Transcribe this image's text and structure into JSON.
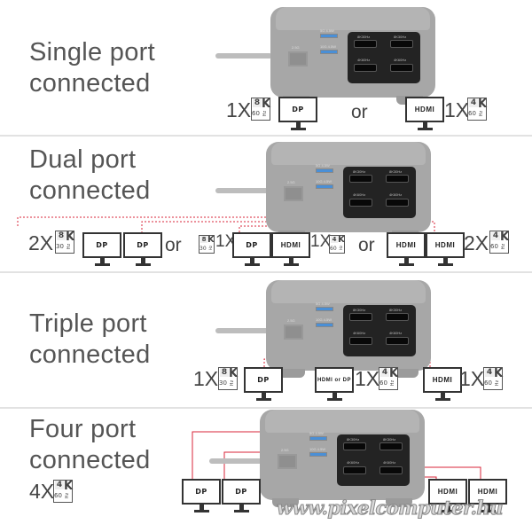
{
  "sections": [
    {
      "title_line1": "Single port",
      "title_line2": "connected",
      "counts": [
        "1X",
        "1X"
      ],
      "or": "or",
      "badges": [
        {
          "res": "8",
          "k": "K",
          "rate": "60",
          "hz": "Hz"
        },
        {
          "res": "4",
          "k": "K",
          "rate": "60",
          "hz": "Hz"
        }
      ],
      "monitors": [
        "DP",
        "HDMI"
      ]
    },
    {
      "title_line1": "Dual port",
      "title_line2": "connected",
      "counts": [
        "2X",
        "1X",
        "1X",
        "2X"
      ],
      "or": [
        "or",
        "or"
      ],
      "badges": [
        {
          "res": "8",
          "k": "K",
          "rate": "30",
          "hz": "Hz"
        },
        {
          "res": "8",
          "k": "K",
          "rate": "30",
          "hz": "Hz"
        },
        {
          "res": "4",
          "k": "K",
          "rate": "60",
          "hz": "Hz"
        },
        {
          "res": "4",
          "k": "K",
          "rate": "60",
          "hz": "Hz"
        }
      ],
      "monitors": [
        "DP",
        "DP",
        "DP",
        "HDMI",
        "HDMI",
        "HDMI"
      ]
    },
    {
      "title_line1": "Triple port",
      "title_line2": "connected",
      "counts": [
        "1X",
        "1X",
        "1X"
      ],
      "badges": [
        {
          "res": "8",
          "k": "K",
          "rate": "30",
          "hz": "Hz"
        },
        {
          "res": "4",
          "k": "K",
          "rate": "60",
          "hz": "Hz"
        },
        {
          "res": "4",
          "k": "K",
          "rate": "60",
          "hz": "Hz"
        }
      ],
      "monitors": [
        "DP",
        "HDMI or DP",
        "HDMI"
      ]
    },
    {
      "title_line1": "Four port",
      "title_line2": "connected",
      "counts": [
        "4X"
      ],
      "badges": [
        {
          "res": "4",
          "k": "K",
          "rate": "60",
          "hz": "Hz"
        }
      ],
      "monitors": [
        "DP",
        "DP",
        "HDMI",
        "HDMI"
      ]
    }
  ],
  "dock": {
    "ports": [
      "8K30Hz",
      "8K30Hz",
      "4K60Hz",
      "4K60Hz"
    ],
    "usb": [
      "5G 4.5W",
      "10G 4.5W"
    ],
    "ethernet": "2.5G"
  },
  "watermark": "www.pixelcomputer.hu",
  "colors": {
    "connector": "#d9263a",
    "dock": "#a7a7a7",
    "panel": "#232323"
  }
}
